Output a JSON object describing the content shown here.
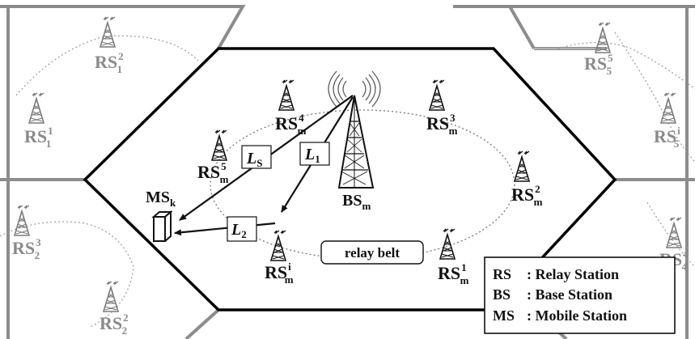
{
  "legend": {
    "rows": [
      {
        "abbr": "RS",
        "desc": ": Relay Station"
      },
      {
        "abbr": "BS",
        "desc": ": Base Station"
      },
      {
        "abbr": "MS",
        "desc": ": Mobile Station"
      }
    ]
  },
  "center_cell": {
    "base_station": {
      "main": "BS",
      "sub": "m"
    },
    "mobile_station": {
      "main": "MS",
      "sub": "k"
    },
    "relay_belt_label": "relay belt",
    "links": [
      {
        "main": "L",
        "sub": "S"
      },
      {
        "main": "L",
        "sub": "1"
      },
      {
        "main": "L",
        "sub": "2"
      }
    ],
    "relays": [
      {
        "id": "rs-m-4",
        "main": "RS",
        "sub": "m",
        "sup": "4"
      },
      {
        "id": "rs-m-3",
        "main": "RS",
        "sub": "m",
        "sup": "3"
      },
      {
        "id": "rs-m-5",
        "main": "RS",
        "sub": "m",
        "sup": "5"
      },
      {
        "id": "rs-m-2",
        "main": "RS",
        "sub": "m",
        "sup": "2"
      },
      {
        "id": "rs-m-i",
        "main": "RS",
        "sub": "m",
        "sup": "i"
      },
      {
        "id": "rs-m-1",
        "main": "RS",
        "sub": "m",
        "sup": "1"
      }
    ]
  },
  "neighbor_cells": {
    "relays": [
      {
        "id": "rs-1-2",
        "main": "RS",
        "sub": "1",
        "sup": "2"
      },
      {
        "id": "rs-1-1",
        "main": "RS",
        "sub": "1",
        "sup": "1"
      },
      {
        "id": "rs-2-3",
        "main": "RS",
        "sub": "2",
        "sup": "3"
      },
      {
        "id": "rs-2-2",
        "main": "RS",
        "sub": "2",
        "sup": "2"
      },
      {
        "id": "rs-5-5",
        "main": "RS",
        "sub": "5",
        "sup": "5"
      },
      {
        "id": "rs-5-i",
        "main": "RS",
        "sub": "5",
        "sup": "i"
      },
      {
        "id": "rs-4-4",
        "main": "RS",
        "sub": "4",
        "sup": "4"
      }
    ]
  }
}
